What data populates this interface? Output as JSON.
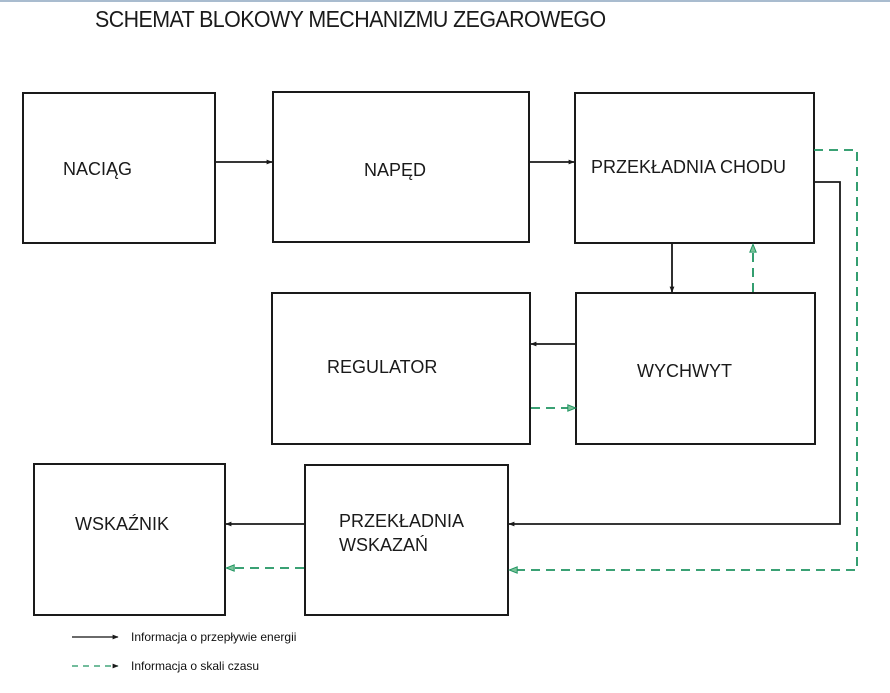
{
  "title": "SCHEMAT BLOKOWY MECHANIZMU ZEGAROWEGO",
  "colors": {
    "energy_line": "#1a1a1a",
    "time_line": "#1e9460"
  },
  "blocks": {
    "naciag": "NACIĄG",
    "naped": "NAPĘD",
    "przekladnia_chodu": "PRZEKŁADNIA CHODU",
    "regulator": "REGULATOR",
    "wychwyt": "WYCHWYT",
    "wskaznik": "WSKAŹNIK",
    "przekladnia_wskazan_line1": "PRZEKŁADNIA",
    "przekladnia_wskazan_line2": "WSKAZAŃ"
  },
  "connections": [
    {
      "from": "NACIĄG",
      "to": "NAPĘD",
      "type": "energy"
    },
    {
      "from": "NAPĘD",
      "to": "PRZEKŁADNIA CHODU",
      "type": "energy"
    },
    {
      "from": "PRZEKŁADNIA CHODU",
      "to": "WYCHWYT",
      "type": "energy"
    },
    {
      "from": "WYCHWYT",
      "to": "PRZEKŁADNIA CHODU",
      "type": "time"
    },
    {
      "from": "WYCHWYT",
      "to": "REGULATOR",
      "type": "energy"
    },
    {
      "from": "REGULATOR",
      "to": "WYCHWYT",
      "type": "time"
    },
    {
      "from": "PRZEKŁADNIA CHODU",
      "to": "PRZEKŁADNIA WSKAZAŃ",
      "type": "energy"
    },
    {
      "from": "PRZEKŁADNIA CHODU",
      "to": "PRZEKŁADNIA WSKAZAŃ",
      "type": "time"
    },
    {
      "from": "PRZEKŁADNIA WSKAZAŃ",
      "to": "WSKAŹNIK",
      "type": "energy"
    },
    {
      "from": "PRZEKŁADNIA WSKAZAŃ",
      "to": "WSKAŹNIK",
      "type": "time"
    }
  ],
  "legend": {
    "energy": "Informacja o przepływie energii",
    "time": "Informacja o skali czasu"
  }
}
